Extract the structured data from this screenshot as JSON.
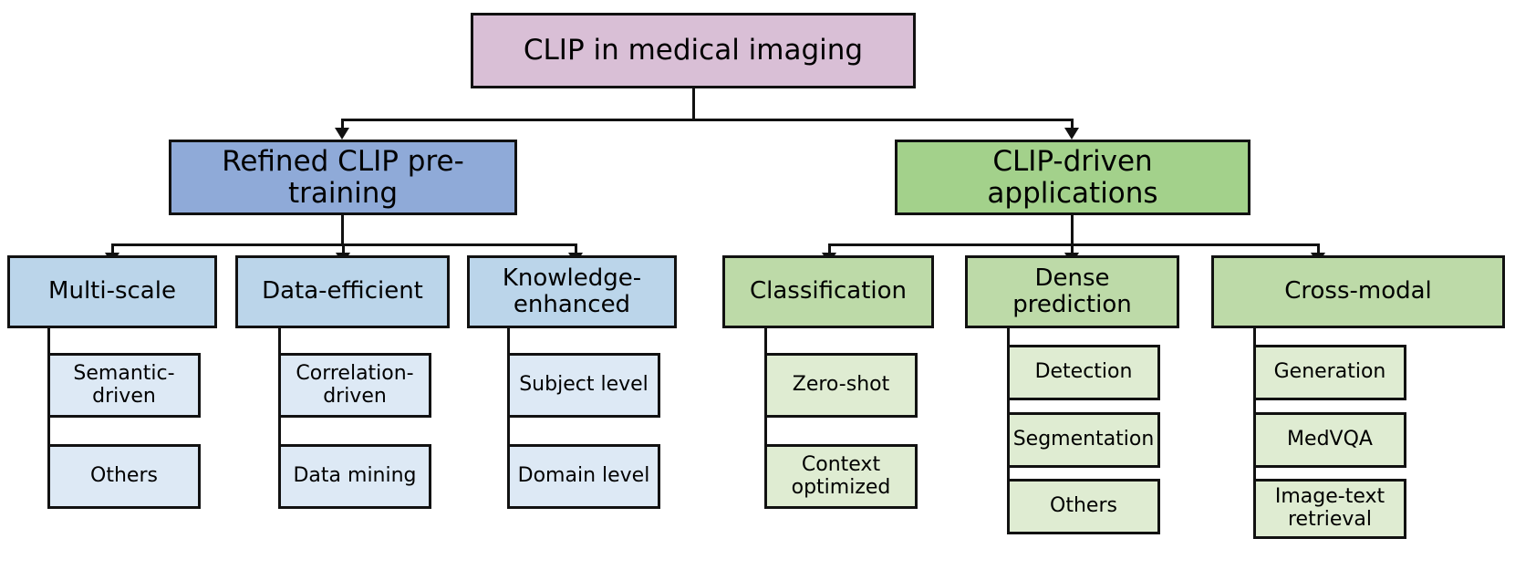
{
  "diagram": {
    "title": "CLIP in medical imaging",
    "type": "tree-taxonomy",
    "colors": {
      "root_fill": "#d9bfd6",
      "branch_blue_fill": "#8faad8",
      "branch_green_fill": "#a3d18b",
      "category_blue_fill": "#bbd5ea",
      "category_green_fill": "#bddaa8",
      "leaf_blue_fill": "#dde9f5",
      "leaf_green_fill": "#dfecd2",
      "stroke": "#111111",
      "background": "#ffffff"
    },
    "root": {
      "label": "CLIP in medical imaging"
    },
    "branches": [
      {
        "label": "Refined CLIP pre-training",
        "categories": [
          {
            "label": "Multi-scale",
            "leaves": [
              {
                "label": "Semantic-\ndriven"
              },
              {
                "label": "Others"
              }
            ]
          },
          {
            "label": "Data-efficient",
            "leaves": [
              {
                "label": "Correlation-\ndriven"
              },
              {
                "label": "Data mining"
              }
            ]
          },
          {
            "label": "Knowledge-\nenhanced",
            "leaves": [
              {
                "label": "Subject level"
              },
              {
                "label": "Domain level"
              }
            ]
          }
        ]
      },
      {
        "label": "CLIP-driven applications",
        "categories": [
          {
            "label": "Classification",
            "leaves": [
              {
                "label": "Zero-shot"
              },
              {
                "label": "Context\noptimized"
              }
            ]
          },
          {
            "label": "Dense\nprediction",
            "leaves": [
              {
                "label": "Detection"
              },
              {
                "label": "Segmentation"
              },
              {
                "label": "Others"
              }
            ]
          },
          {
            "label": "Cross-modal",
            "leaves": [
              {
                "label": "Generation"
              },
              {
                "label": "MedVQA"
              },
              {
                "label": "Image-text\nretrieval"
              }
            ]
          }
        ]
      }
    ]
  }
}
